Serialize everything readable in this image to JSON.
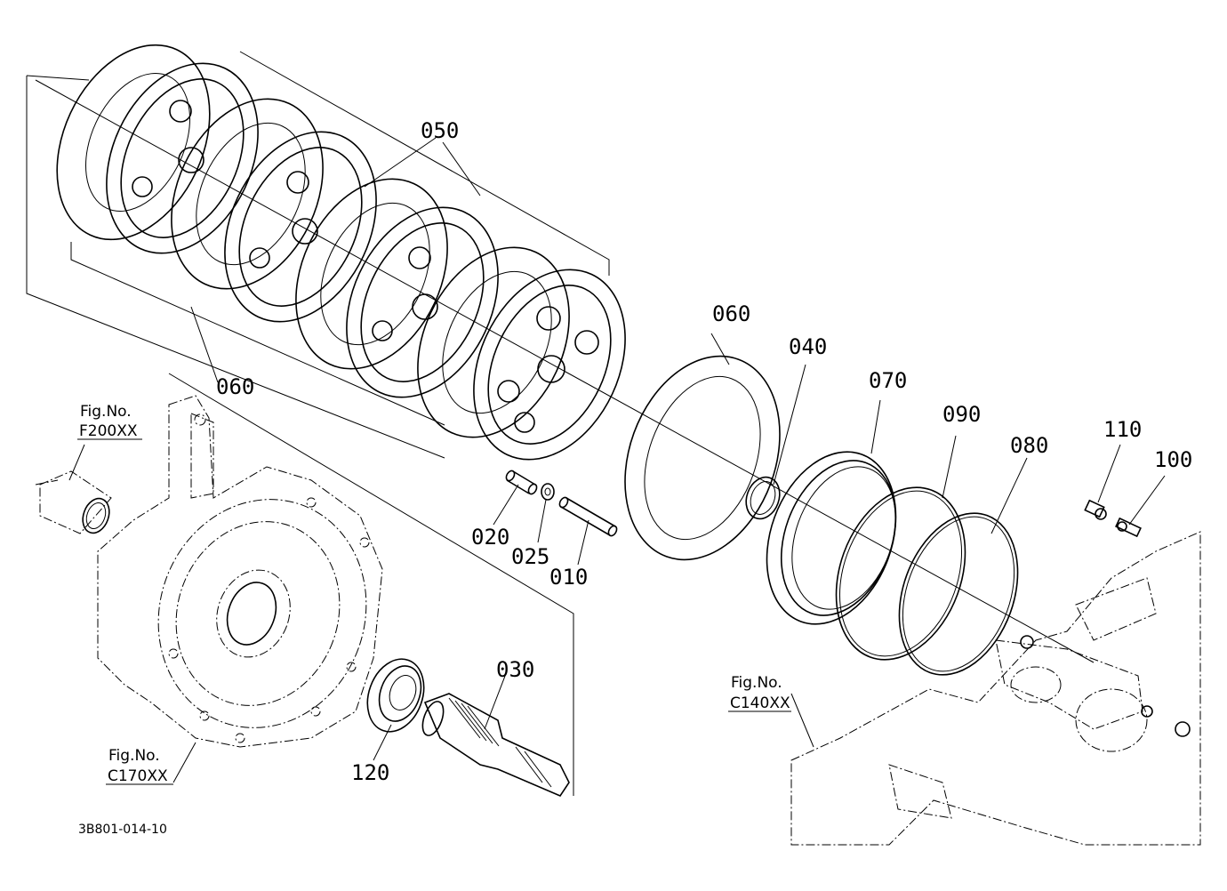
{
  "part_labels": {
    "p050": "050",
    "p060a": "060",
    "p060b": "060",
    "p040": "040",
    "p070": "070",
    "p090": "090",
    "p080": "080",
    "p110": "110",
    "p100": "100",
    "p020": "020",
    "p025": "025",
    "p010": "010",
    "p030": "030",
    "p120": "120"
  },
  "fig_refs": {
    "f200": {
      "title": "Fig.No.",
      "code": "F200XX"
    },
    "c170": {
      "title": "Fig.No.",
      "code": "C170XX"
    },
    "c140": {
      "title": "Fig.No.",
      "code": "C140XX"
    }
  },
  "drawing_code": "3B801-014-10"
}
